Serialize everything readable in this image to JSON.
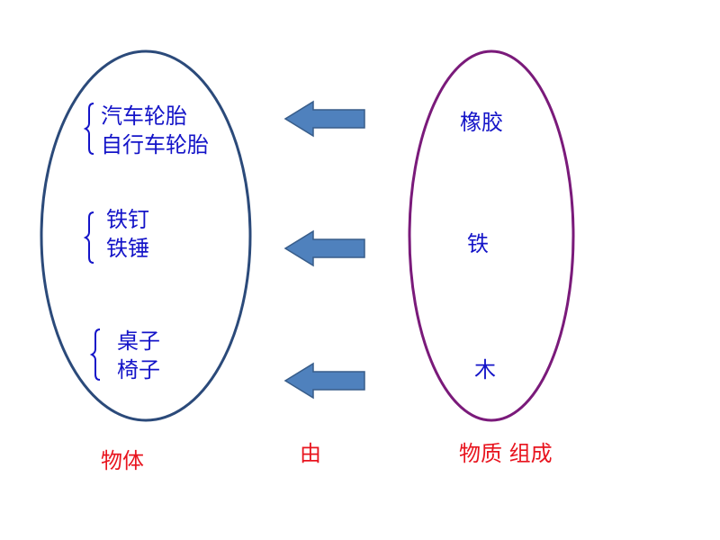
{
  "left_group": {
    "items": [
      {
        "line1": "汽车轮胎",
        "line2": "自行车轮胎"
      },
      {
        "line1": "铁钉",
        "line2": "铁锤"
      },
      {
        "line1": "桌子",
        "line2": "椅子"
      }
    ],
    "caption": "物体"
  },
  "right_group": {
    "materials": [
      "橡胶",
      "铁",
      "木"
    ],
    "caption": "物质 组成"
  },
  "middle": {
    "caption": "由"
  },
  "colors": {
    "left_ellipse": "#2b4a7a",
    "right_ellipse": "#7a1a7a",
    "arrow_fill": "#4f81bd",
    "arrow_stroke": "#385d8a",
    "item_text": "#1414c8",
    "caption_text": "#e8141e"
  }
}
